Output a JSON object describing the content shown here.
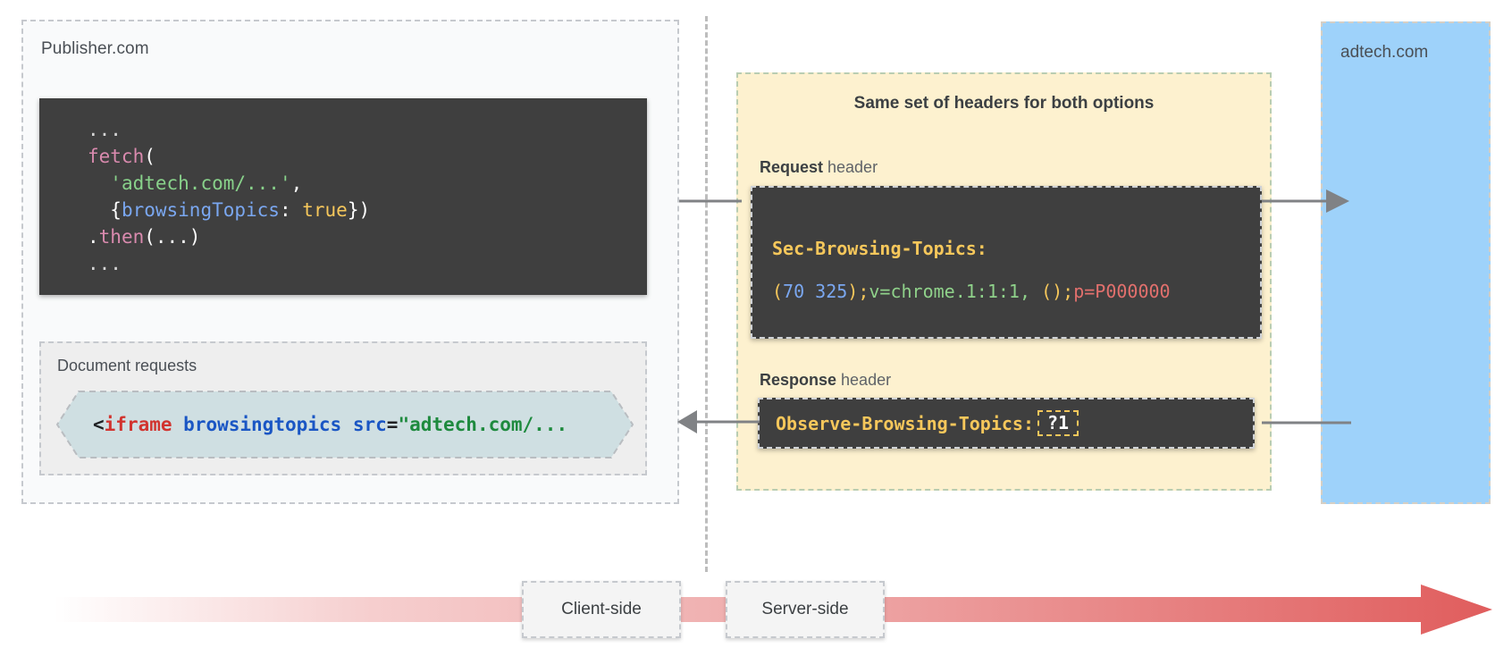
{
  "publisher": {
    "label": "Publisher.com",
    "fetch_code": {
      "lines": [
        {
          "segments": [
            {
              "t": "...",
              "c": "dots"
            }
          ]
        },
        {
          "segments": [
            {
              "t": "fetch",
              "c": "fn"
            },
            {
              "t": "(",
              "c": "punc"
            }
          ]
        },
        {
          "segments": [
            {
              "t": "  ",
              "c": "punc"
            },
            {
              "t": "'adtech.com/...'",
              "c": "str"
            },
            {
              "t": ",",
              "c": "punc"
            }
          ]
        },
        {
          "segments": [
            {
              "t": "  {",
              "c": "punc"
            },
            {
              "t": "browsingTopics",
              "c": "prop"
            },
            {
              "t": ": ",
              "c": "punc"
            },
            {
              "t": "true",
              "c": "bool"
            },
            {
              "t": "})",
              "c": "punc"
            }
          ]
        },
        {
          "segments": [
            {
              "t": ".",
              "c": "punc"
            },
            {
              "t": "then",
              "c": "fn"
            },
            {
              "t": "(...)",
              "c": "punc"
            }
          ]
        },
        {
          "segments": [
            {
              "t": "...",
              "c": "dots"
            }
          ]
        }
      ],
      "plain": "...\nfetch(\n  'adtech.com/...',\n  {browsingTopics: true})\n.then(...)\n..."
    },
    "document_requests": {
      "label": "Document requests",
      "iframe_snippet": "<iframe browsingtopics src=\"adtech.com/...",
      "segments": [
        {
          "t": "<",
          "c": "lt"
        },
        {
          "t": "iframe",
          "c": "tag"
        },
        {
          "t": " ",
          "c": "lt"
        },
        {
          "t": "browsingtopics",
          "c": "attr"
        },
        {
          "t": " ",
          "c": "lt"
        },
        {
          "t": "src",
          "c": "attr"
        },
        {
          "t": "=",
          "c": "eq"
        },
        {
          "t": "\"adtech.com/...",
          "c": "val"
        }
      ]
    }
  },
  "headers_panel": {
    "title": "Same set of headers for both options",
    "request_label_strong": "Request",
    "request_label_rest": " header",
    "response_label_strong": "Response",
    "response_label_rest": " header",
    "request_header": {
      "name": "Sec-Browsing-Topics:",
      "value_plain": "(70 325);v=chrome.1:1:1, ();p=P000000",
      "segments": [
        {
          "t": "(",
          "c": "paren"
        },
        {
          "t": "70 325",
          "c": "num"
        },
        {
          "t": ")",
          "c": "paren"
        },
        {
          "t": ";",
          "c": "semi"
        },
        {
          "t": "v=chrome.1:1:1,",
          "c": "ver"
        },
        {
          "t": " ",
          "c": "ver"
        },
        {
          "t": "()",
          "c": "paren"
        },
        {
          "t": ";",
          "c": "semi"
        },
        {
          "t": "p=P000000",
          "c": "p"
        }
      ]
    },
    "response_header": {
      "name": "Observe-Browsing-Topics:",
      "value": "?1"
    }
  },
  "adtech": {
    "label": "adtech.com"
  },
  "timeline": {
    "client_side": "Client-side",
    "server_side": "Server-side"
  },
  "icons": {
    "arrow_right": "arrow-right-icon",
    "arrow_left": "arrow-left-icon",
    "timeline_arrow": "timeline-arrow-icon"
  },
  "colors": {
    "code_bg": "#3f3f3f",
    "headers_panel_bg": "#fdf1cf",
    "adtech_bg": "#9ed2fa",
    "chip_bg": "#cfdfe2",
    "timeline_end": "#e05d5d",
    "header_name": "#f6c75b"
  }
}
